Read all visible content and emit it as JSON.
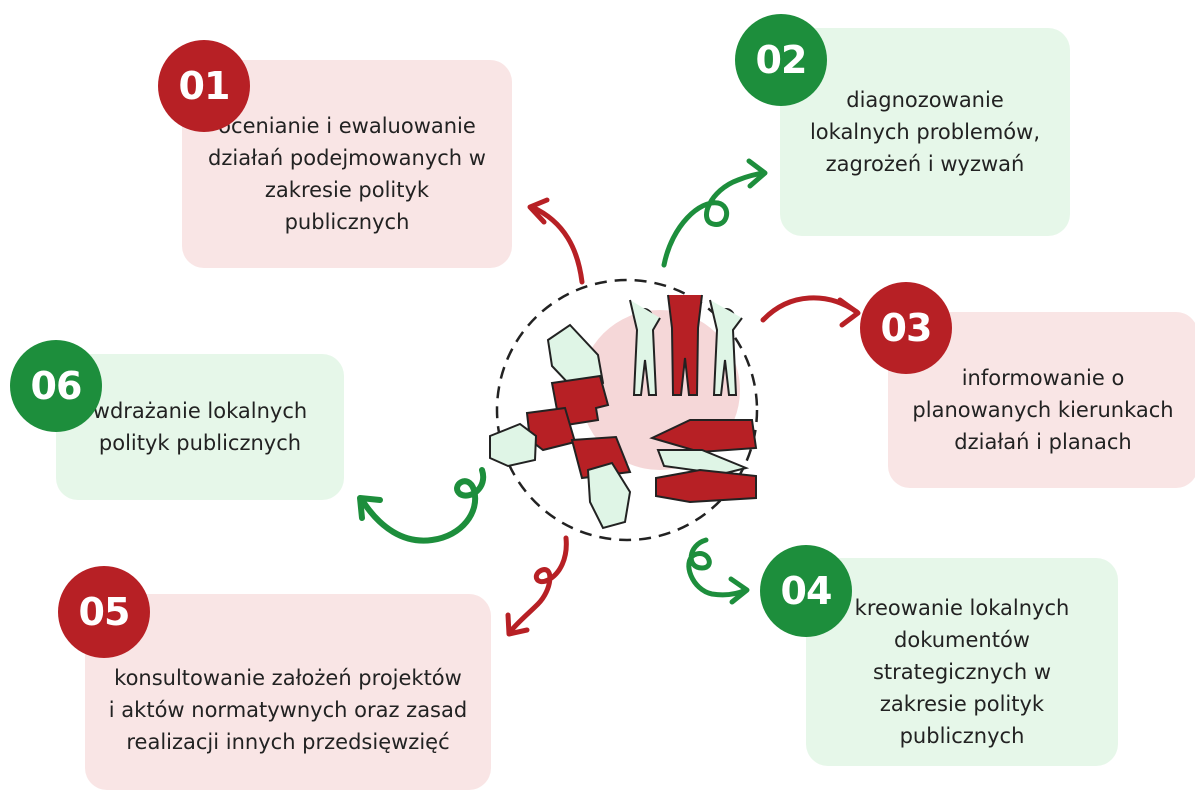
{
  "colors": {
    "red": "#b72025",
    "green": "#1d8e3c",
    "red_card": "#f9e5e5",
    "green_card": "#e6f7e9",
    "mint": "#dff5e6"
  },
  "center_icon": "teamwork-puzzle-hands-icon",
  "items": [
    {
      "number": "01",
      "text": "ocenianie i ewaluowanie działań podejmowanych w zakresie polityk publicznych",
      "color": "red"
    },
    {
      "number": "02",
      "text": "diagnozowanie lokalnych problemów, zagrożeń i wyzwań",
      "color": "green"
    },
    {
      "number": "03",
      "text": "informowanie o planowanych kierunkach działań i planach",
      "color": "red"
    },
    {
      "number": "04",
      "text": "kreowanie lokalnych dokumentów strategicznych w zakresie polityk publicznych",
      "color": "green"
    },
    {
      "number": "05",
      "text": "konsultowanie założeń projektów i aktów normatywnych oraz zasad realizacji innych przedsięwzięć",
      "color": "red"
    },
    {
      "number": "06",
      "text": "wdrażanie lokalnych polityk publicznych",
      "color": "green"
    }
  ]
}
